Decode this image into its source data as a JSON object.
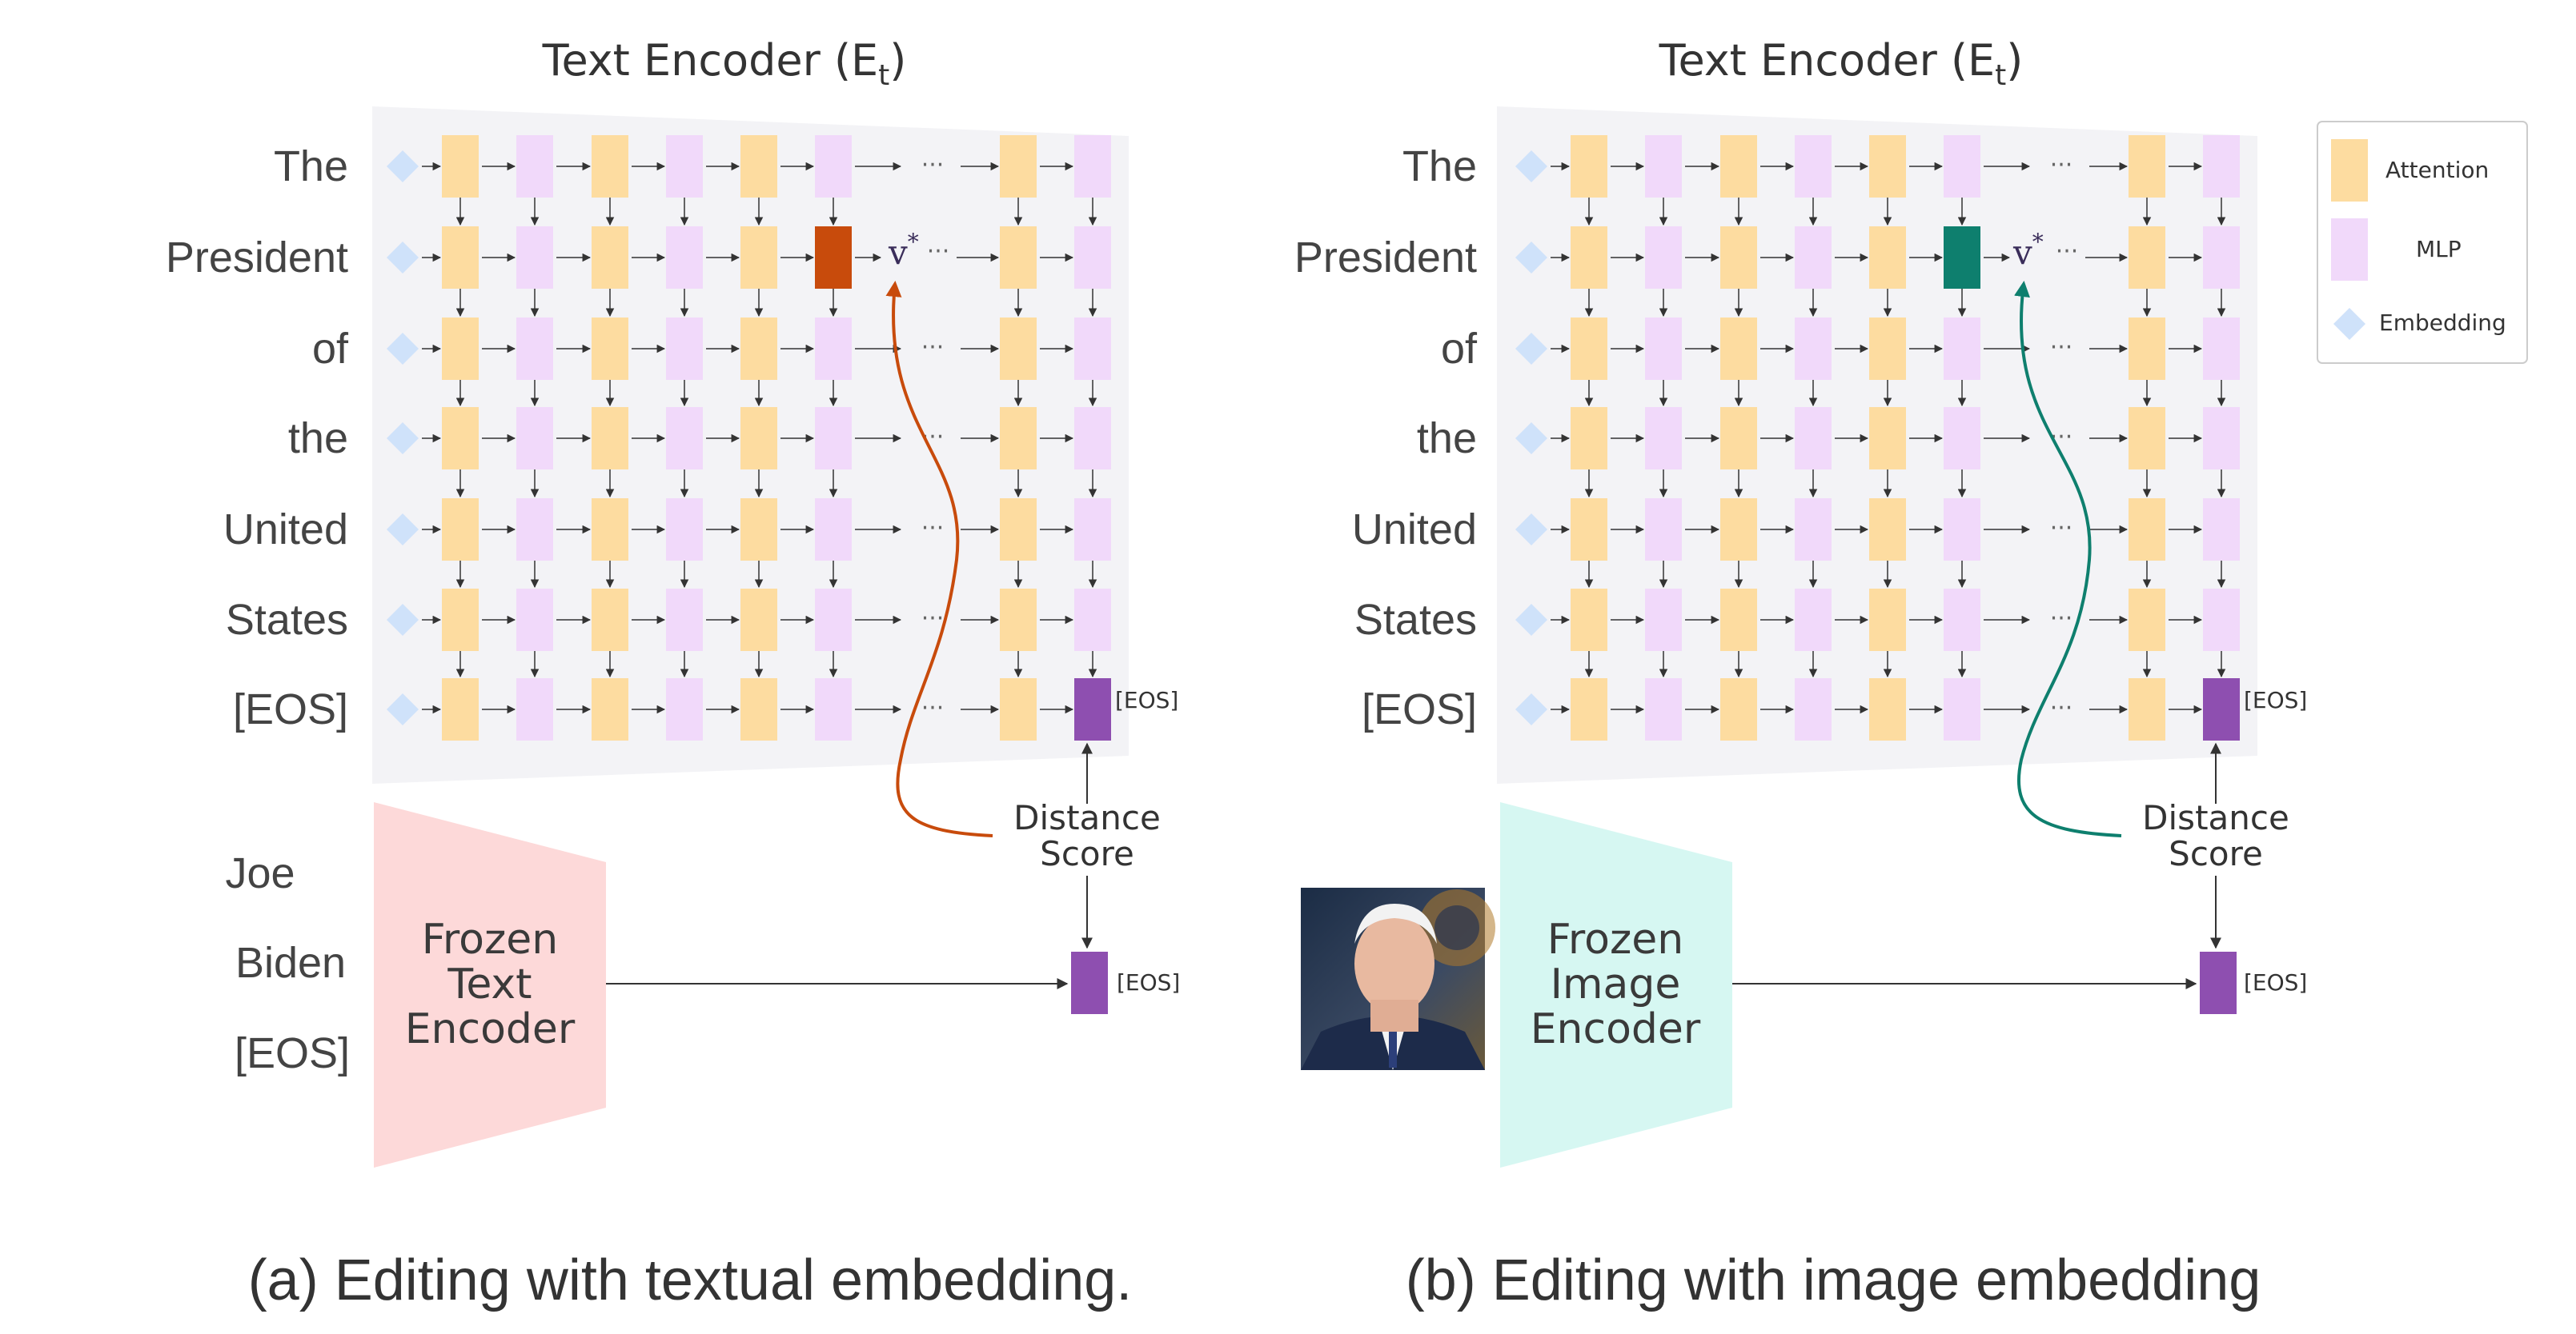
{
  "panels": [
    {
      "id": "a",
      "title_main": "Text Encoder (E",
      "title_sub": "t",
      "title_close": ")",
      "tokens": [
        "The",
        "President",
        "of",
        "the",
        "United",
        "States",
        "[EOS]"
      ],
      "edited_color": "#C84B0C",
      "arrow_color": "#C84B0C",
      "vstar_main": "v",
      "vstar_sup": "*",
      "eos_label_top": "[EOS]",
      "distance_line1": "Distance",
      "distance_line2": "Score",
      "frozen_input_tokens": [
        "Joe",
        "Biden",
        "[EOS]"
      ],
      "frozen_encoder_lines": [
        "Frozen",
        "Text",
        "Encoder"
      ],
      "frozen_encoder_color": "#FDD9D9",
      "eos_label_bottom": "[EOS]",
      "caption": "(a) Editing with textual embedding."
    },
    {
      "id": "b",
      "title_main": "Text Encoder (E",
      "title_sub": "t",
      "title_close": ")",
      "tokens": [
        "The",
        "President",
        "of",
        "the",
        "United",
        "States",
        "[EOS]"
      ],
      "edited_color": "#0E7F6E",
      "arrow_color": "#0E7F6E",
      "vstar_main": "v",
      "vstar_sup": "*",
      "eos_label_top": "[EOS]",
      "distance_line1": "Distance",
      "distance_line2": "Score",
      "frozen_encoder_lines": [
        "Frozen",
        "Image",
        "Encoder"
      ],
      "frozen_encoder_color": "#D6F7F2",
      "eos_label_bottom": "[EOS]",
      "caption": "(b) Editing with image embedding"
    }
  ],
  "legend": {
    "items": [
      {
        "label": "Attention",
        "color": "#FDDCA0",
        "shape": "rect"
      },
      {
        "label": "MLP",
        "color": "#F1D9FA",
        "shape": "rect"
      },
      {
        "label": "Embedding",
        "color": "#CFE2FA",
        "shape": "diamond"
      }
    ]
  },
  "colors": {
    "attention": "#FDDCA0",
    "mlp": "#F1D9FA",
    "embedding": "#CFE2FA",
    "eos_block": "#8E4FB0",
    "grid_bg": "#F3F3F6",
    "line": "#333333"
  },
  "icons": [
    "portrait-photo"
  ]
}
